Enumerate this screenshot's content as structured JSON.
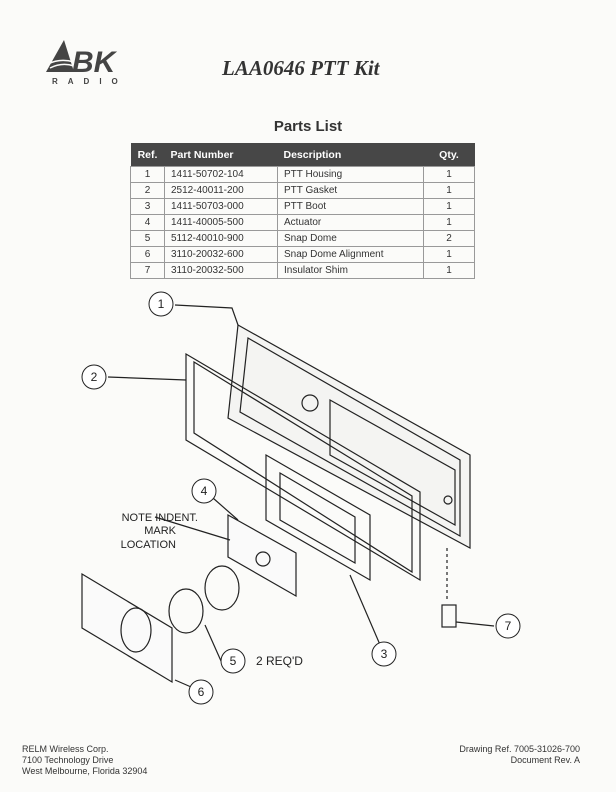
{
  "header": {
    "logo_text": "BK",
    "logo_subtext": "RADIO",
    "title": "LAA0646 PTT Kit"
  },
  "parts_list": {
    "title": "Parts List",
    "columns": [
      "Ref.",
      "Part Number",
      "Description",
      "Qty."
    ],
    "rows": [
      [
        "1",
        "1411-50702-104",
        "PTT Housing",
        "1"
      ],
      [
        "2",
        "2512-40011-200",
        "PTT Gasket",
        "1"
      ],
      [
        "3",
        "1411-50703-000",
        "PTT Boot",
        "1"
      ],
      [
        "4",
        "1411-40005-500",
        "Actuator",
        "1"
      ],
      [
        "5",
        "5112-40010-900",
        "Snap Dome",
        "2"
      ],
      [
        "6",
        "3110-20032-600",
        "Snap Dome Alignment",
        "1"
      ],
      [
        "7",
        "3110-20032-500",
        "Insulator Shim",
        "1"
      ]
    ]
  },
  "diagram": {
    "callouts": [
      "1",
      "2",
      "3",
      "4",
      "5",
      "6",
      "7"
    ],
    "note": [
      "NOTE INDENT.",
      "MARK",
      "LOCATION"
    ],
    "qty_note": "2 REQ'D"
  },
  "footer": {
    "address": [
      "RELM Wireless Corp.",
      "7100 Technology Drive",
      "West Melbourne, Florida 32904"
    ],
    "drawing_ref": "Drawing Ref. 7005-31026-700",
    "document_rev": "Document Rev. A"
  }
}
